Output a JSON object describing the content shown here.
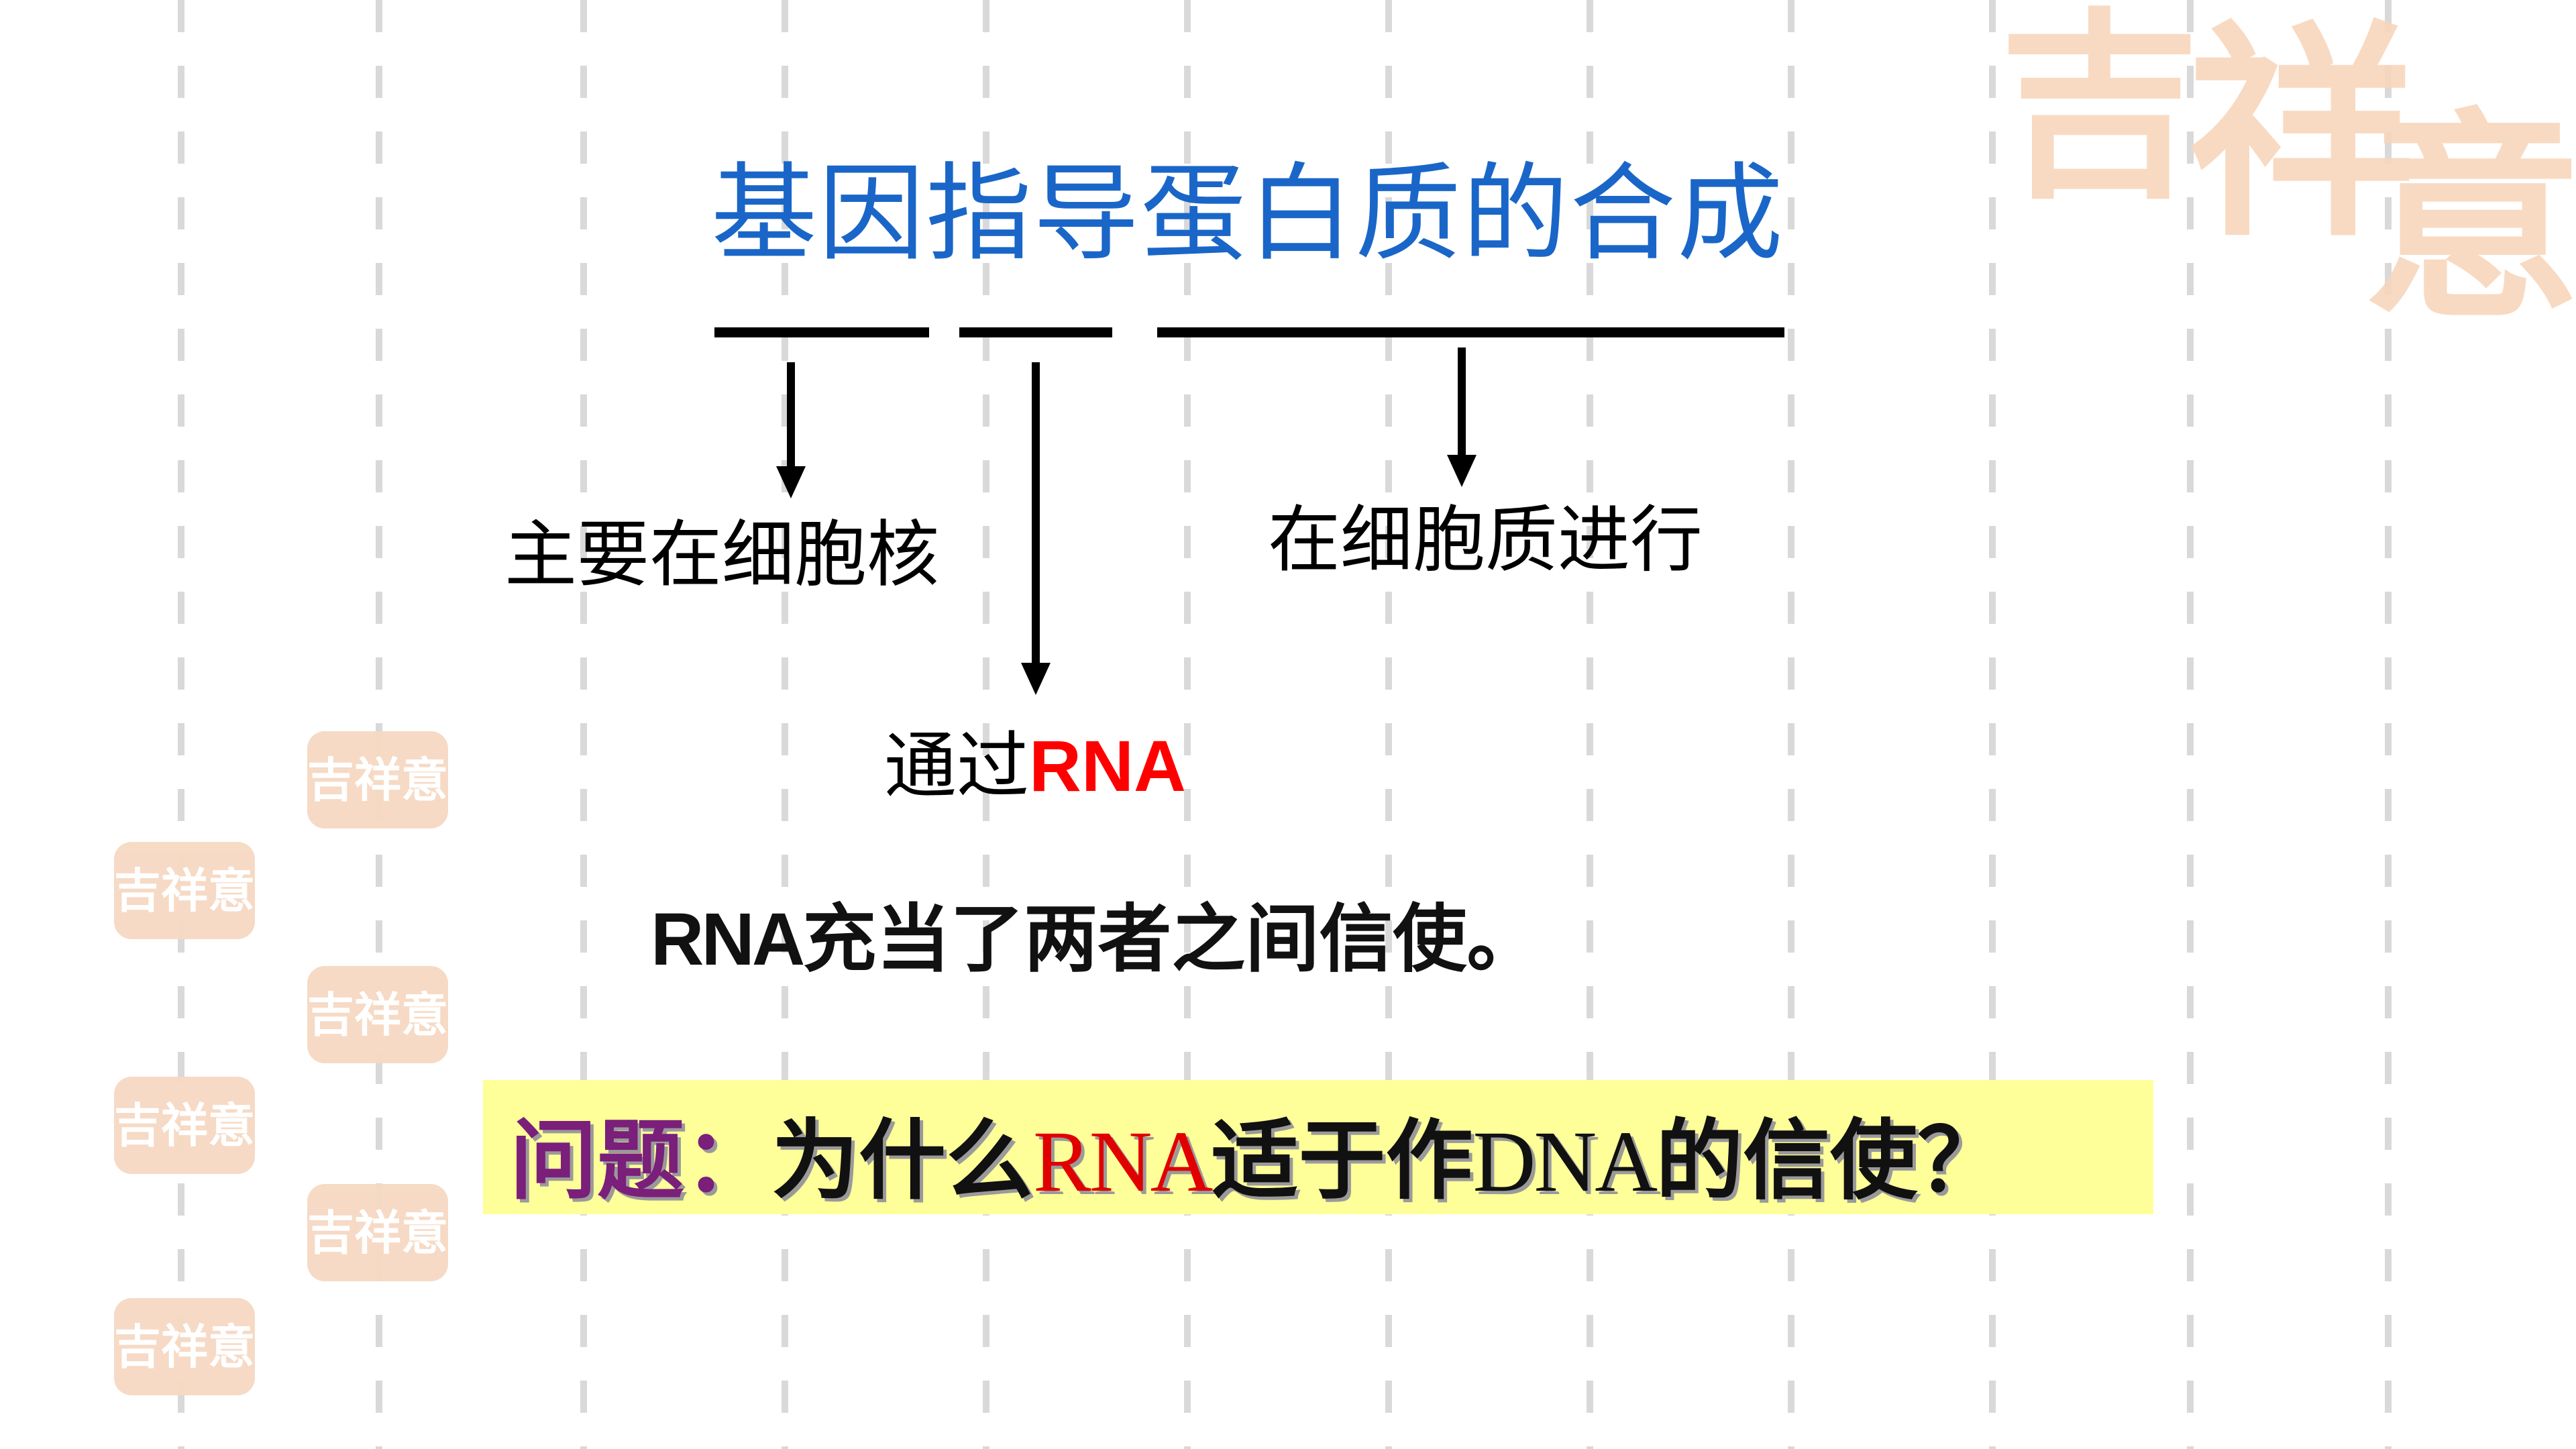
{
  "slide": {
    "title": "基因指导蛋白质的合成",
    "labels": {
      "nucleus": "主要在细胞核",
      "cytoplasm": "在细胞质进行",
      "via_prefix": "通过",
      "via_rna": "RNA"
    },
    "statement": {
      "rna": "RNA",
      "text": "充当了两者之间信使。"
    },
    "question": {
      "prefix": "问题：",
      "part1": "为什么",
      "rna": "RNA",
      "part2": "适于作",
      "dna": "DNA",
      "part3": "的信使？"
    },
    "colors": {
      "title": "#1a66c8",
      "highlight": "#ffff99",
      "rna_red": "#ff0000",
      "question_prefix": "#7a1f7a",
      "seal": "#f6d9c2"
    },
    "seal_glyphs": [
      "吉",
      "祥",
      "意"
    ]
  }
}
